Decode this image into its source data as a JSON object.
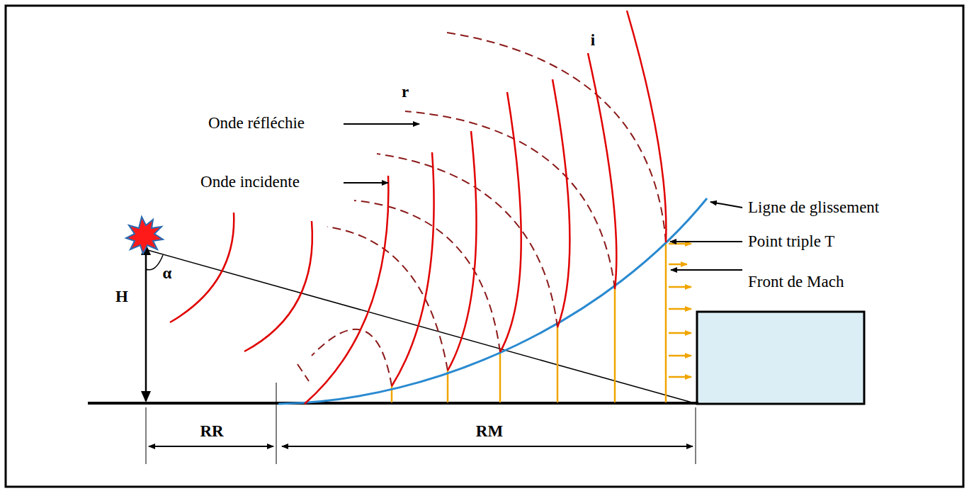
{
  "diagram": {
    "labels": [
      "r",
      "i",
      "Onde réfléchie",
      "Onde incidente",
      "Ligne de glissement",
      "Point triple T",
      "Front de Mach",
      "H",
      "α",
      "RR",
      "RM"
    ]
  }
}
